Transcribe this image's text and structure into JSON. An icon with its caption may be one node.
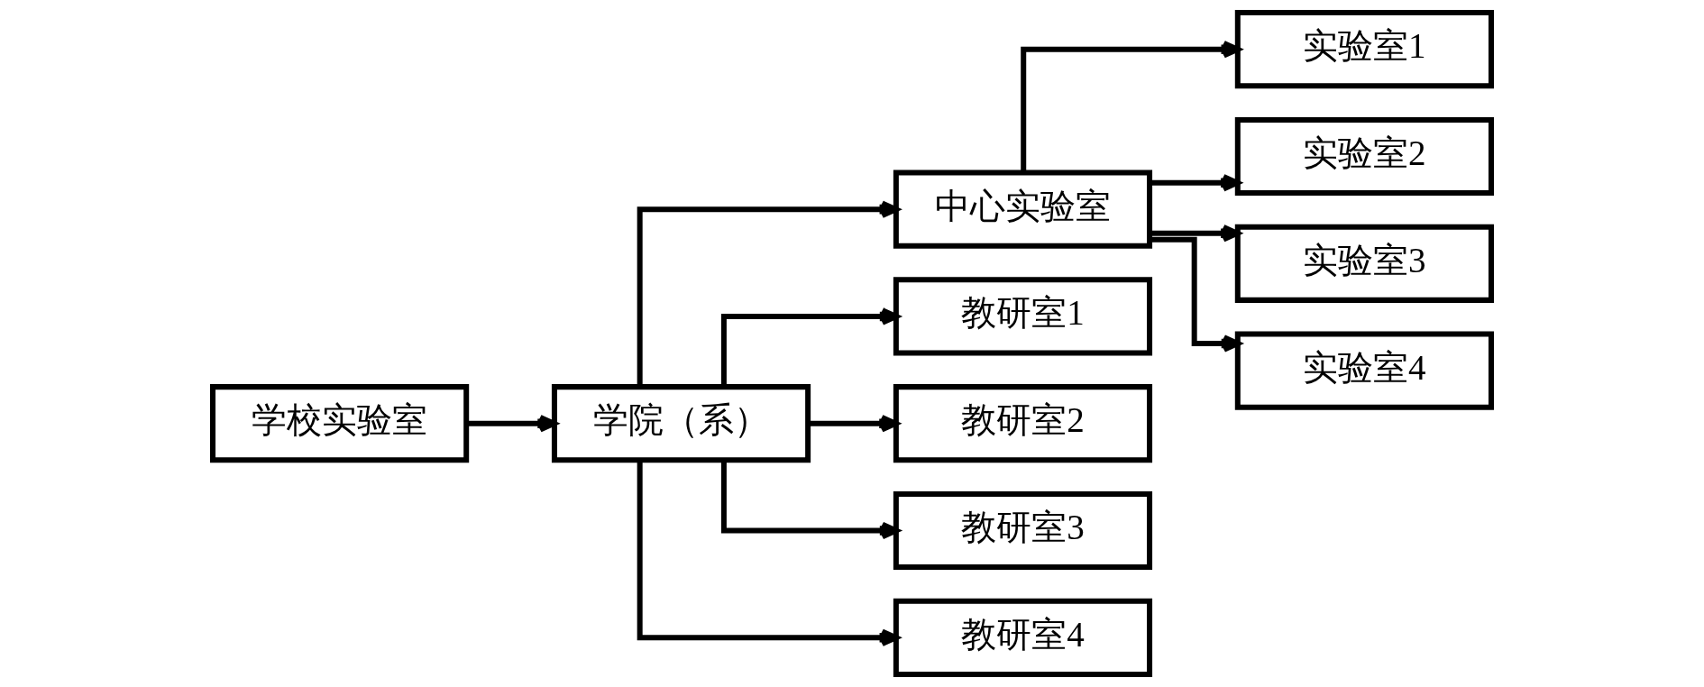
{
  "diagram": {
    "nodes": [
      {
        "text": [
          "学校实验室"
        ]
      },
      {
        "text": [
          "学院（系）"
        ]
      },
      {
        "text": [
          "中心实验室"
        ]
      },
      {
        "text": [
          "教研室1"
        ]
      },
      {
        "text": [
          "教研室2"
        ]
      },
      {
        "text": [
          "教研室3"
        ]
      },
      {
        "text": [
          "教研室4"
        ]
      },
      {
        "text": [
          "实验室1"
        ]
      },
      {
        "text": [
          "实验室2"
        ]
      },
      {
        "text": [
          "实验室3"
        ]
      },
      {
        "text": [
          "实验室4"
        ]
      }
    ],
    "edges": [
      {
        "from": 0,
        "to": 1,
        "arrow": "to"
      },
      {
        "from": 1,
        "to": 2,
        "arrow": "to"
      },
      {
        "from": 1,
        "to": 3,
        "arrow": "to"
      },
      {
        "from": 1,
        "to": 4,
        "arrow": "to"
      },
      {
        "from": 1,
        "to": 5,
        "arrow": "to"
      },
      {
        "from": 1,
        "to": 6,
        "arrow": "to"
      },
      {
        "from": 2,
        "to": 7,
        "arrow": "to"
      },
      {
        "from": 2,
        "to": 8,
        "arrow": "to"
      },
      {
        "from": 2,
        "to": 9,
        "arrow": "to"
      },
      {
        "from": 2,
        "to": 10,
        "arrow": "to"
      }
    ]
  }
}
